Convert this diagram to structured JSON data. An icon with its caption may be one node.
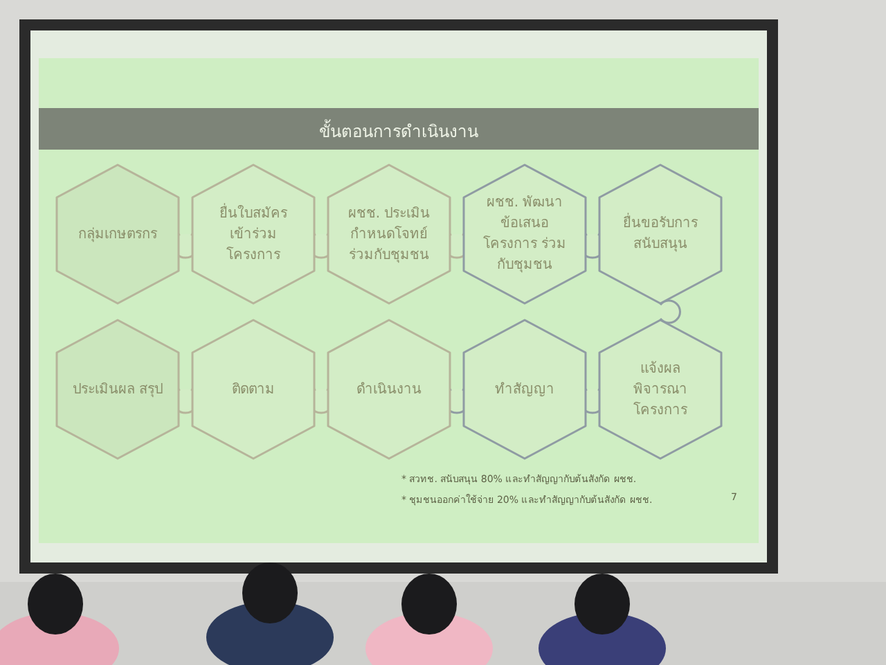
{
  "diagram": {
    "title": "ขั้นตอนการดำเนินงาน",
    "nodes": [
      {
        "text": [
          "กลุ่มเกษตรกร"
        ]
      },
      {
        "text": [
          "ยื่นใบสมัคร เข้าร่วม โครงการ"
        ]
      },
      {
        "text": [
          "ผชช. ประเมิน กำหนดโจทย์ ร่วมกับชุมชน"
        ]
      },
      {
        "text": [
          "ผชช. พัฒนาข้อเสนอ โครงการ ร่วมกับชุมชน"
        ]
      },
      {
        "text": [
          "ยื่นขอรับการ สนับสนุน"
        ]
      },
      {
        "text": [
          "ประเมินผล สรุป"
        ]
      },
      {
        "text": [
          "ติดตาม"
        ]
      },
      {
        "text": [
          "ดำเนินงาน"
        ]
      },
      {
        "text": [
          "ทำสัญญา"
        ]
      },
      {
        "text": [
          "แจ้งผลพิจารณา โครงการ"
        ]
      }
    ],
    "edges": [
      {
        "from": 0,
        "to": 1,
        "arrow": "none"
      },
      {
        "from": 1,
        "to": 2,
        "arrow": "none"
      },
      {
        "from": 2,
        "to": 3,
        "arrow": "none"
      },
      {
        "from": 3,
        "to": 4,
        "arrow": "none"
      },
      {
        "from": 4,
        "to": 9,
        "arrow": "none"
      },
      {
        "from": 9,
        "to": 8,
        "arrow": "none"
      },
      {
        "from": 8,
        "to": 7,
        "arrow": "none"
      },
      {
        "from": 7,
        "to": 6,
        "arrow": "none"
      },
      {
        "from": 6,
        "to": 5,
        "arrow": "none"
      }
    ],
    "labels": [
      "* สวทช. สนับสนุน 80% และทำสัญญากับต้นสังกัด ผชช.",
      "* ชุมชนออกค่าใช้จ่าย 20% และทำสัญญากับต้นสังกัด ผชช.",
      "7"
    ]
  }
}
